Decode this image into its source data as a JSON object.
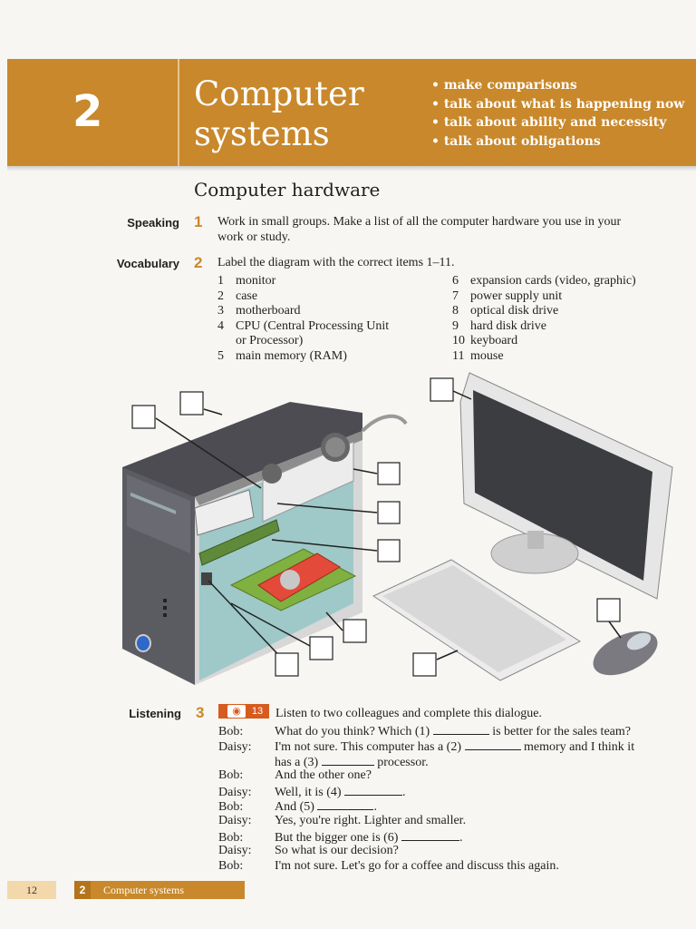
{
  "header": {
    "unit_number": "2",
    "title_line1": "Computer",
    "title_line2": "systems",
    "objectives": [
      "make comparisons",
      "talk about what is happening now",
      "talk about ability and necessity",
      "talk about obligations"
    ]
  },
  "section_title": "Computer hardware",
  "speaking": {
    "label": "Speaking",
    "number": "1",
    "line1": "Work in small groups. Make a list of all the computer hardware you use in your",
    "line2": "work or study."
  },
  "vocabulary": {
    "label": "Vocabulary",
    "number": "2",
    "instruction": "Label the diagram with the correct items 1–11.",
    "items_left": [
      {
        "n": "1",
        "text": "monitor"
      },
      {
        "n": "2",
        "text": "case"
      },
      {
        "n": "3",
        "text": "motherboard"
      },
      {
        "n": "4",
        "text": "CPU (Central Processing Unit"
      },
      {
        "n": "",
        "text": "or Processor)"
      },
      {
        "n": "5",
        "text": "main memory (RAM)"
      }
    ],
    "items_right": [
      {
        "n": "6",
        "text": "expansion cards (video, graphic)"
      },
      {
        "n": "7",
        "text": "power supply unit"
      },
      {
        "n": "8",
        "text": "optical disk drive"
      },
      {
        "n": "9",
        "text": "hard disk drive"
      },
      {
        "n": "10",
        "text": "keyboard"
      },
      {
        "n": "11",
        "text": "mouse"
      }
    ]
  },
  "listening": {
    "label": "Listening",
    "number": "3",
    "track": "13",
    "cd_icon": "cd-icon",
    "instruction": "Listen to two colleagues and complete this dialogue.",
    "dialogue": [
      {
        "speaker": "Bob:",
        "before": "What do you think? Which (1)",
        "after": "is better for the sales team?"
      },
      {
        "speaker": "Daisy:",
        "before": "I'm not sure. This computer has a (2)",
        "after": "memory and I think it"
      },
      {
        "speaker": "",
        "before": "has a (3)",
        "after": "processor."
      },
      {
        "speaker": "Bob:",
        "before": "And the other one?",
        "after": ""
      },
      {
        "speaker": "Daisy:",
        "before": "Well, it is (4)",
        "after": "."
      },
      {
        "speaker": "Bob:",
        "before": "And (5)",
        "after": "."
      },
      {
        "speaker": "Daisy:",
        "before": "Yes, you're right. Lighter and smaller.",
        "after": ""
      },
      {
        "speaker": "Bob:",
        "before": "But the bigger one is (6)",
        "after": "."
      },
      {
        "speaker": "Daisy:",
        "before": "So what is our decision?",
        "after": ""
      },
      {
        "speaker": "Bob:",
        "before": "I'm not sure. Let's go for a coffee and discuss this again.",
        "after": ""
      }
    ]
  },
  "footer": {
    "page_number": "12",
    "unit_number": "2",
    "unit_title": "Computer systems"
  },
  "colors": {
    "accent": "#c8882b",
    "audio": "#d65b1e"
  }
}
